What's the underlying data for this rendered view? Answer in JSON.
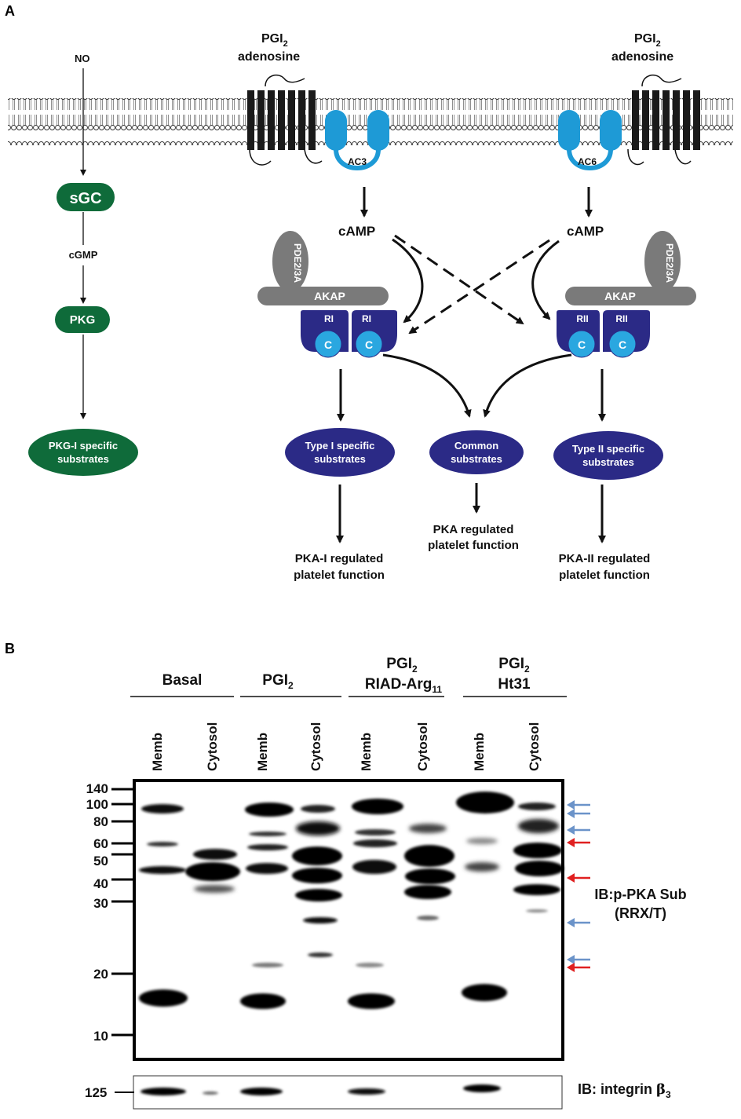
{
  "panel_a": {
    "label": "A",
    "no": "NO",
    "sgc": "sGC",
    "cgmp": "cGMP",
    "pkg": "PKG",
    "pkg_substrates": [
      "PKG-I specific",
      "substrates"
    ],
    "receptor_left": {
      "main": "PGI",
      "sub": "2",
      "line2": "adenosine"
    },
    "receptor_right": {
      "main": "PGI",
      "sub": "2",
      "line2": "adenosine"
    },
    "ac_left": "AC3",
    "ac_right": "AC6",
    "camp_left": "cAMP",
    "camp_right": "cAMP",
    "pde_left": "PDE2/3A",
    "pde_right": "PDE2/3A",
    "akap_left": "AKAP",
    "akap_right": "AKAP",
    "ri_1": "RI",
    "ri_2": "RI",
    "rii_1": "RII",
    "rii_2": "RII",
    "c": "C",
    "type1_substrates": [
      "Type I specific",
      "substrates"
    ],
    "common_substrates": [
      "Common",
      "substrates"
    ],
    "type2_substrates": [
      "Type II specific",
      "substrates"
    ],
    "pka1_function": [
      "PKA-I regulated",
      "platelet function"
    ],
    "pka_function": [
      "PKA regulated",
      "platelet function"
    ],
    "pka2_function": [
      "PKA-II regulated",
      "platelet function"
    ]
  },
  "panel_b": {
    "label": "B",
    "groups": [
      {
        "label": "Basal"
      },
      {
        "label": "PGI",
        "sub": "2"
      },
      {
        "label": "PGI",
        "sub": "2",
        "line2": "RIAD-Arg",
        "line2_sub": "11"
      },
      {
        "label": "PGI",
        "sub": "2",
        "line2": "Ht31"
      }
    ],
    "lanes": [
      "Memb",
      "Cytosol",
      "Memb",
      "Cytosol",
      "Memb",
      "Cytosol",
      "Memb",
      "Cytosol"
    ],
    "mw_markers": [
      "140",
      "100",
      "80",
      "60",
      "50",
      "40",
      "30",
      "20",
      "10"
    ],
    "mw_integrin": "125",
    "ib_main": [
      "IB:p-PKA Sub",
      "(RRX/T)"
    ],
    "ib_integrin": {
      "text": "IB: integrin ",
      "greek": "β",
      "sub": "3"
    },
    "arrow_colors": {
      "blue": "#6b93c9",
      "red": "#e02020"
    }
  },
  "colors": {
    "green": "#0f6b3a",
    "navy": "#2b2a86",
    "light_blue": "#1e9ad6",
    "grey": "#7a7a7a"
  }
}
